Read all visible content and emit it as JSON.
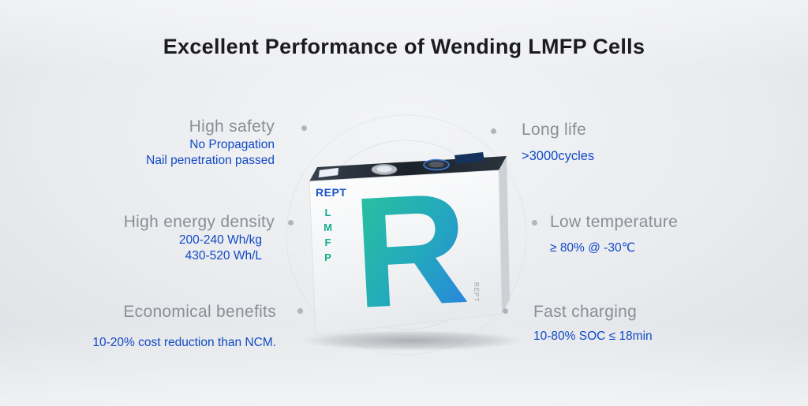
{
  "title": "Excellent Performance of Wending LMFP Cells",
  "features": {
    "left": [
      {
        "heading": "High safety",
        "lines": [
          "No Propagation",
          "Nail penetration passed"
        ]
      },
      {
        "heading": "High energy density",
        "lines": [
          "200-240 Wh/kg",
          "430-520 Wh/L"
        ]
      },
      {
        "heading": "Economical benefits",
        "lines": [
          "10-20% cost reduction than NCM."
        ]
      }
    ],
    "right": [
      {
        "heading": "Long life",
        "lines": [
          ">3000cycles"
        ]
      },
      {
        "heading": "Low temperature",
        "lines": [
          "≥ 80% @ -30℃"
        ]
      },
      {
        "heading": "Fast charging",
        "lines": [
          "10-80% SOC ≤ 18min"
        ]
      }
    ]
  },
  "battery": {
    "brand": "REPT",
    "model": "LMFP",
    "logo_letter": "R",
    "side_text": "REPT"
  },
  "colors": {
    "title": "#1c1c1e",
    "heading_gray": "#8a8f96",
    "accent_blue": "#1149c6",
    "teal": "#13ad8e",
    "logo_gradient_start": "#2bc795",
    "logo_gradient_end": "#2a7de4"
  }
}
